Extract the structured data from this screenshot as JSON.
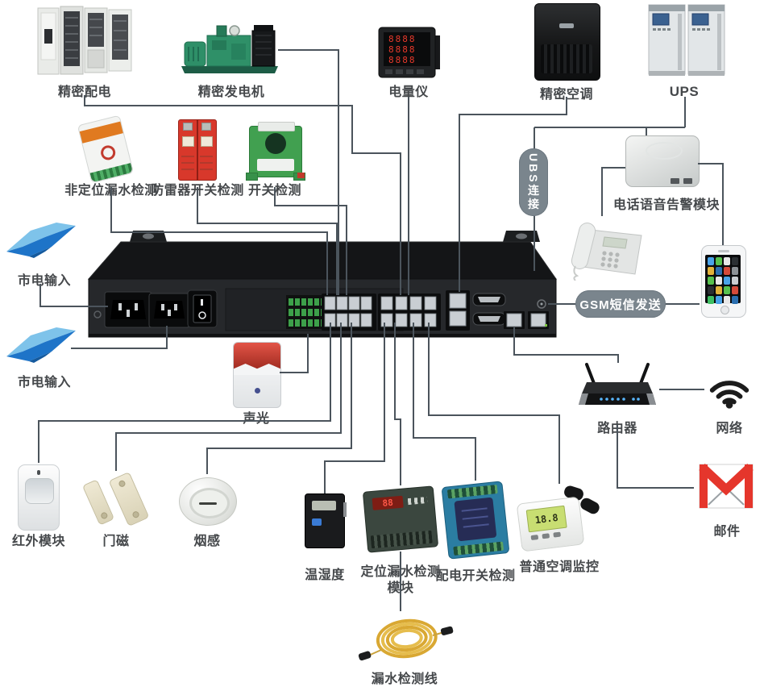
{
  "colors": {
    "background": "#ffffff",
    "wire": "#4b545c",
    "pill": "#7a858d",
    "label_text": "#45484b",
    "bolt_blue": "#1e74c8",
    "gmail_red": "#e5362c"
  },
  "nodes": {
    "power_distribution": {
      "label": "精密配电"
    },
    "generator": {
      "label": "精密发电机"
    },
    "power_meter": {
      "label": "电量仪",
      "display_rows": [
        "8888",
        "8888",
        "8888"
      ]
    },
    "precision_ac": {
      "label": "精密空调"
    },
    "ups": {
      "label": "UPS"
    },
    "nonpos_leak_detect": {
      "label": "非定位漏水检测"
    },
    "arrester_switch_detect": {
      "label": "防雷器开关检测"
    },
    "switch_detect": {
      "label": "开关检测"
    },
    "voice_alarm_module": {
      "label": "电话语音告警模块"
    },
    "mains_input_1": {
      "label": "市电输入"
    },
    "mains_input_2": {
      "label": "市电输入"
    },
    "sound_light_alarm": {
      "label": "声光"
    },
    "router": {
      "label": "路由器"
    },
    "network": {
      "label": "网络"
    },
    "mail": {
      "label": "邮件"
    },
    "pir_module": {
      "label": "红外模块"
    },
    "door_magnet": {
      "label": "门磁"
    },
    "smoke_sensor": {
      "label": "烟感"
    },
    "temp_humidity": {
      "label": "温湿度"
    },
    "pos_leak_module": {
      "label_line1": "定位漏水检测",
      "label_line2": "模块"
    },
    "dist_switch_detect": {
      "label": "配电开关检测"
    },
    "normal_ac_monitor": {
      "label": "普通空调监控",
      "lcd_text": "18.8"
    },
    "leak_detect_cable": {
      "label": "漏水检测线"
    }
  },
  "link_labels": {
    "ubs": "UBS连接",
    "gsm": "GSM短信发送"
  }
}
